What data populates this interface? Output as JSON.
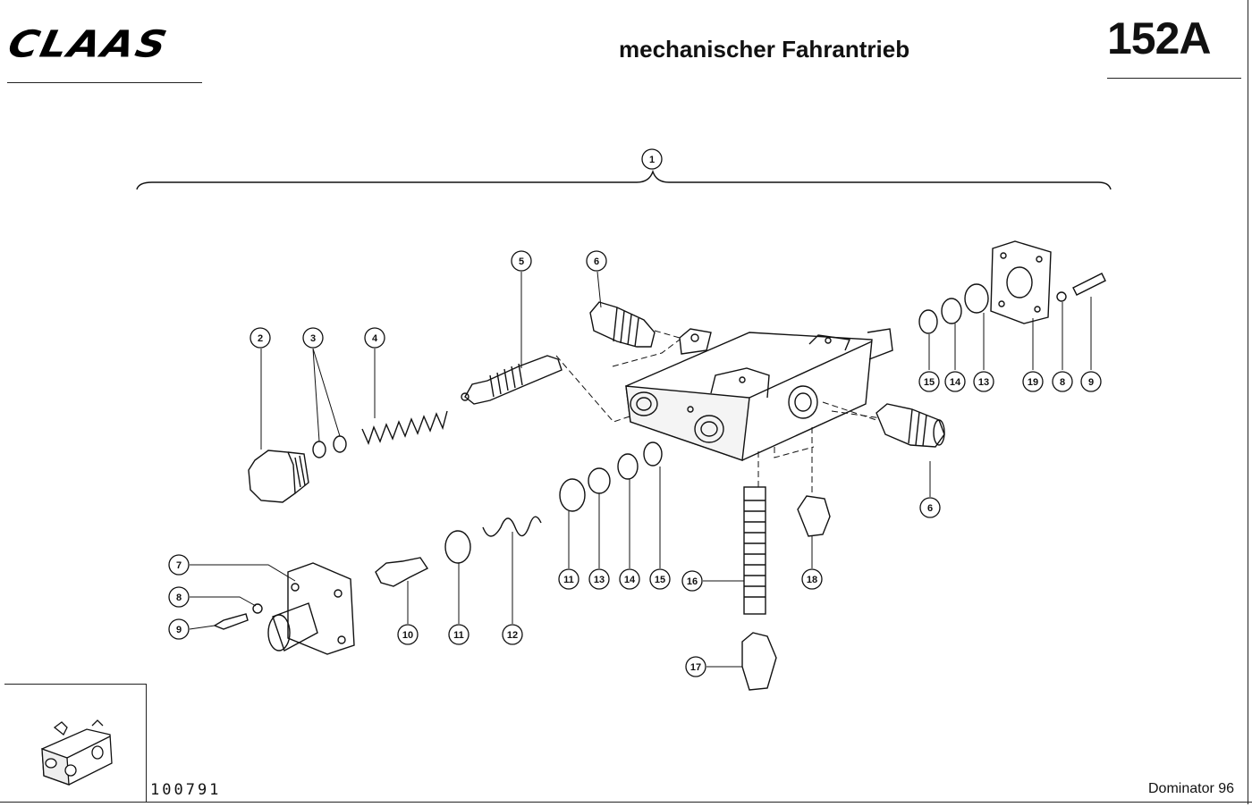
{
  "header": {
    "logo_text": "CLAAS",
    "title": "mechanischer Fahrantrieb",
    "page_code": "152A"
  },
  "footer": {
    "doc_number": "100791",
    "model": "Dominator 96"
  },
  "callouts": {
    "assembly": "1",
    "c2": "2",
    "c3": "3",
    "c4": "4",
    "c5": "5",
    "c6a": "6",
    "c6b": "6",
    "c7": "7",
    "c8a": "8",
    "c9a": "9",
    "c10": "10",
    "c11a": "11",
    "c11b": "11",
    "c12": "12",
    "c13a": "13",
    "c14a": "14",
    "c15a": "15",
    "c16": "16",
    "c17": "17",
    "c18": "18",
    "c15b": "15",
    "c14b": "14",
    "c13b": "13",
    "c19": "19",
    "c8b": "8",
    "c9b": "9"
  }
}
